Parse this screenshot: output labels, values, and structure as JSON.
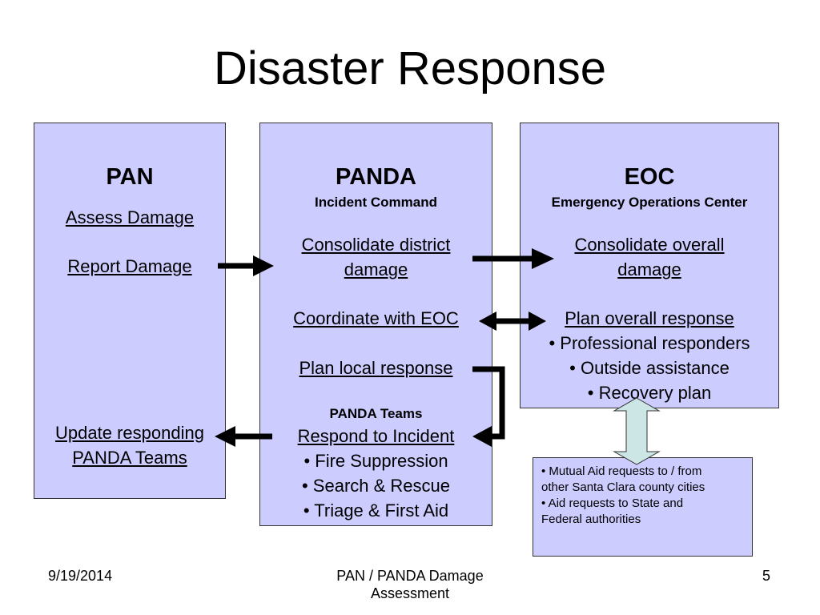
{
  "title": "Disaster Response",
  "pan": {
    "heading": "PAN",
    "assess": "Assess Damage",
    "report": "Report Damage",
    "update_line1": "Update responding",
    "update_line2": "PANDA Teams"
  },
  "panda": {
    "heading": "PANDA",
    "subheading": "Incident Command",
    "consolidate_line1": "Consolidate district",
    "consolidate_line2": "damage",
    "coordinate": "Coordinate with EOC",
    "plan_local": "Plan local response",
    "teams_label": "PANDA Teams",
    "respond": "Respond to Incident",
    "bullets": [
      "• Fire Suppression",
      "• Search & Rescue",
      "• Triage & First Aid"
    ]
  },
  "eoc": {
    "heading": "EOC",
    "subheading": "Emergency Operations Center",
    "consolidate_line1": "Consolidate overall",
    "consolidate_line2": "damage",
    "plan_overall": "Plan overall response",
    "bullets": [
      "• Professional responders",
      "• Outside assistance",
      "• Recovery plan"
    ]
  },
  "aid_note": {
    "lines": [
      "• Mutual Aid requests to / from",
      "other Santa Clara county cities",
      "• Aid requests to State and",
      "Federal authorities"
    ]
  },
  "footer": {
    "date": "9/19/2014",
    "center_line1": "PAN / PANDA Damage",
    "center_line2": "Assessment",
    "page": "5"
  },
  "colors": {
    "box_fill": "#ccccff",
    "connector_fill": "#cce6e6"
  }
}
